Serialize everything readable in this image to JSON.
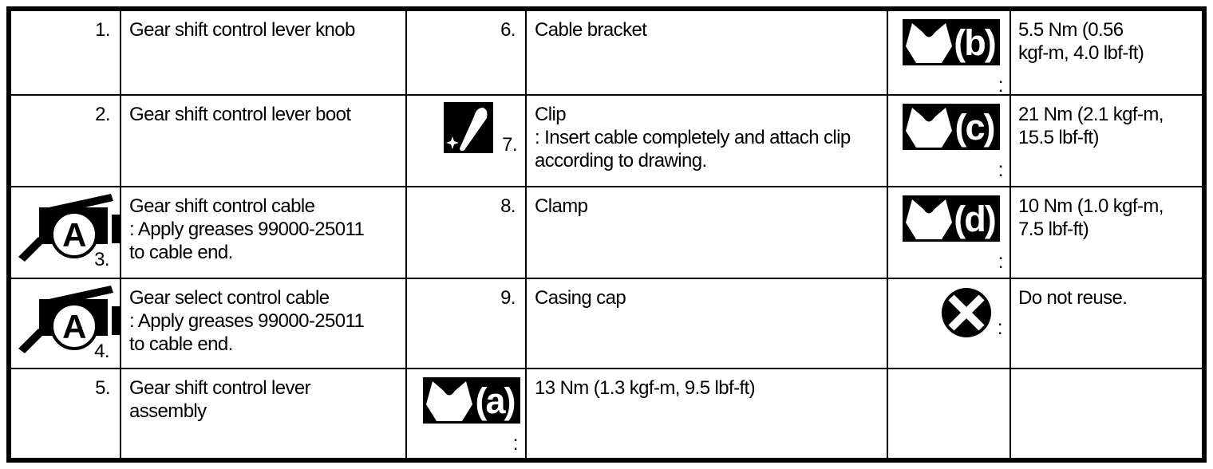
{
  "document_type": "service-manual parts table",
  "colors": {
    "ink": "#000000",
    "paper": "#ffffff"
  },
  "icons": {
    "torque": "torque-wrench-icon (black box, white open-end wrench + letter code)",
    "grease": "grease-gun-a-icon (grease gun silhouette with circled A)",
    "clip": "sealant-cone-icon (black box, white cone with sparkle)",
    "do_not_reuse": "crossed-circle-icon (black disc with white X)"
  },
  "rows": [
    {
      "item_left": {
        "number": "1.",
        "description": "Gear shift control lever knob"
      },
      "item_mid": {
        "number": "6.",
        "description": "Cable bracket"
      },
      "note": {
        "icon": "torque-wrench-icon",
        "label": "(b)",
        "colon": ":",
        "text": "5.5 Nm (0.56\nkgf-m, 4.0 lbf-ft)"
      }
    },
    {
      "item_left": {
        "number": "2.",
        "description": "Gear shift control lever boot"
      },
      "item_mid": {
        "number": "7.",
        "icon": "sealant-cone-icon",
        "description": "Clip\n: Insert cable completely and attach clip\naccording to drawing."
      },
      "note": {
        "icon": "torque-wrench-icon",
        "label": "(c)",
        "colon": ":",
        "text": "21 Nm (2.1 kgf-m,\n15.5 lbf-ft)"
      }
    },
    {
      "item_left": {
        "number": "3.",
        "icon": "grease-gun-a-icon",
        "grease_letter": "A",
        "description": "Gear shift control cable\n: Apply greases 99000-25011\nto cable end."
      },
      "item_mid": {
        "number": "8.",
        "description": "Clamp"
      },
      "note": {
        "icon": "torque-wrench-icon",
        "label": "(d)",
        "colon": ":",
        "text": "10 Nm (1.0 kgf-m,\n7.5 lbf-ft)"
      }
    },
    {
      "item_left": {
        "number": "4.",
        "icon": "grease-gun-a-icon",
        "grease_letter": "A",
        "description": "Gear select control cable\n: Apply greases 99000-25011\nto cable end."
      },
      "item_mid": {
        "number": "9.",
        "description": "Casing cap"
      },
      "note": {
        "icon": "crossed-circle-icon",
        "colon": ":",
        "text": "Do not reuse."
      }
    },
    {
      "item_left": {
        "number": "5.",
        "description": "Gear shift control lever\nassembly"
      },
      "item_mid": {
        "icon": "torque-wrench-icon",
        "label": "(a)",
        "colon": ":",
        "description": "13 Nm (1.3 kgf-m, 9.5 lbf-ft)"
      },
      "note": {
        "text": ""
      }
    }
  ]
}
